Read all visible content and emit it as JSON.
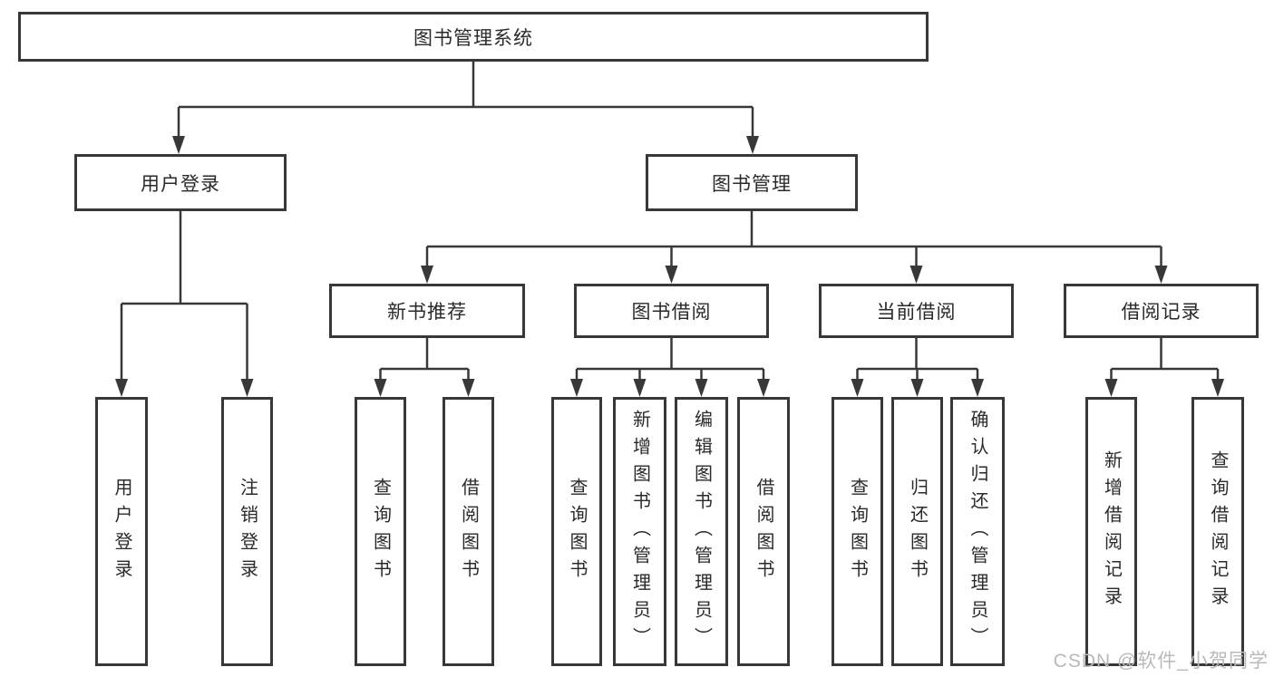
{
  "tree": {
    "root": {
      "label": "图书管理系统"
    },
    "user_login": {
      "label": "用户登录",
      "children": [
        {
          "label": "用户登录"
        },
        {
          "label": "注销登录"
        }
      ]
    },
    "book_mgmt": {
      "label": "图书管理",
      "sections": [
        {
          "label": "新书推荐",
          "children": [
            {
              "label": "查询图书"
            },
            {
              "label": "借阅图书"
            }
          ]
        },
        {
          "label": "图书借阅",
          "children": [
            {
              "label": "查询图书"
            },
            {
              "label": "新增图书（管理员）"
            },
            {
              "label": "编辑图书（管理员）"
            },
            {
              "label": "借阅图书"
            }
          ]
        },
        {
          "label": "当前借阅",
          "children": [
            {
              "label": "查询图书"
            },
            {
              "label": "归还图书"
            },
            {
              "label": "确认归还（管理员）"
            }
          ]
        },
        {
          "label": "借阅记录",
          "children": [
            {
              "label": "新增借阅记录"
            },
            {
              "label": "查询借阅记录"
            }
          ]
        }
      ]
    }
  },
  "colors": {
    "line": "#383838",
    "text": "#2a2a2a",
    "watermark": "#b9b9b9"
  },
  "watermark": {
    "text": "CSDN @软件_小贺同学"
  }
}
